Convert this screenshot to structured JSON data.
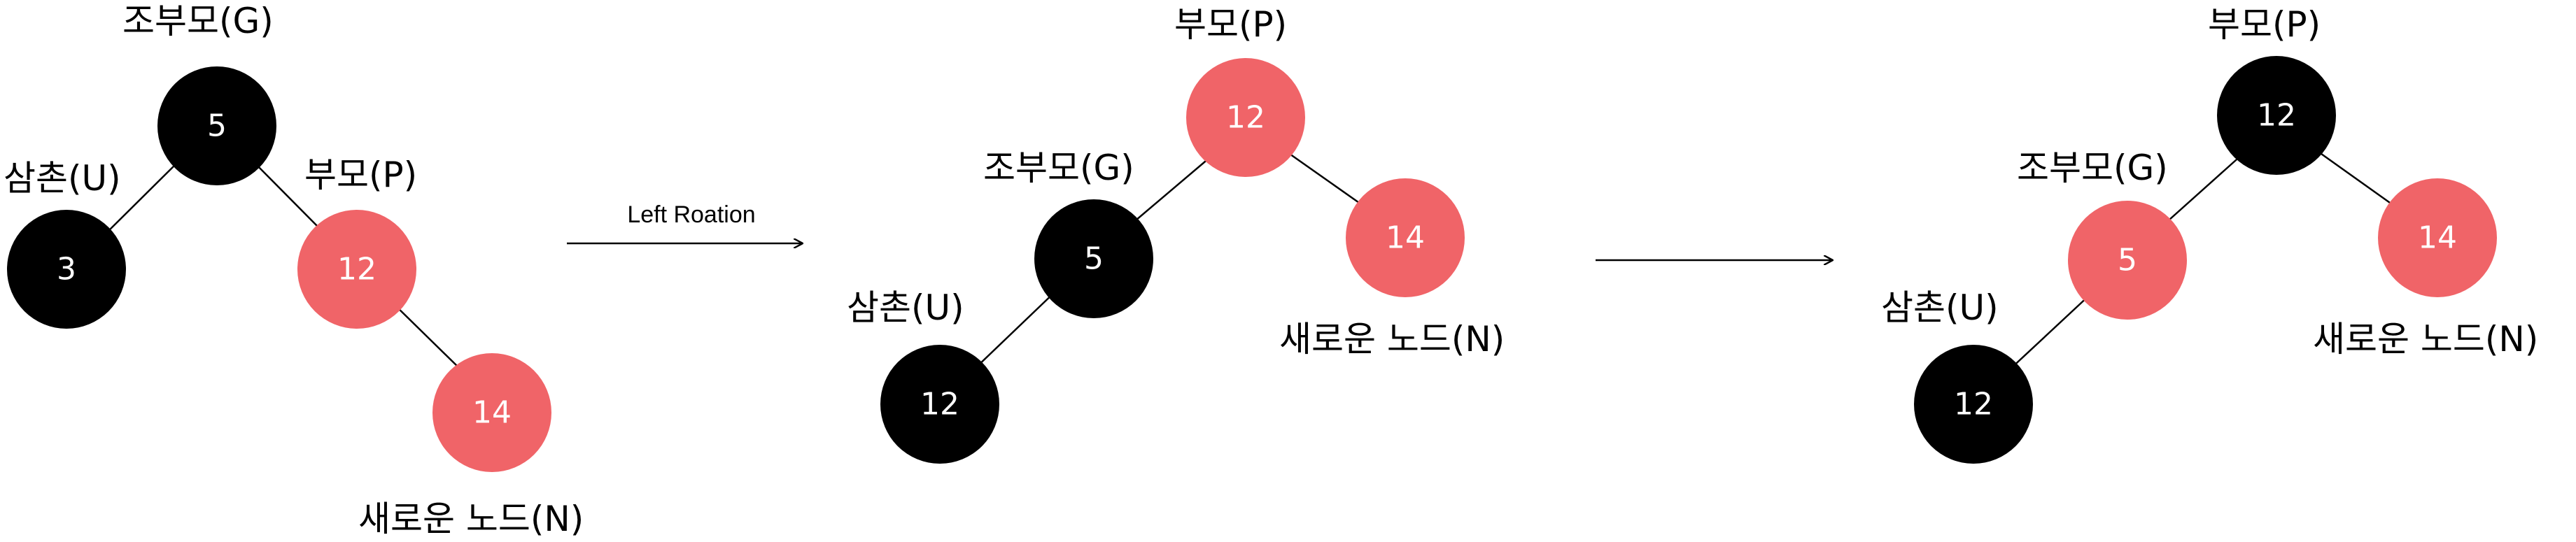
{
  "colors": {
    "black": "#000000",
    "red": "#f06468",
    "white": "#ffffff",
    "line": "#000000"
  },
  "arrow": {
    "left_rotation_label": "Left Roation"
  },
  "stage1": {
    "grandparent": {
      "label": "조부모(G)",
      "value": "5",
      "color": "black"
    },
    "uncle": {
      "label": "삼촌(U)",
      "value": "3",
      "color": "black"
    },
    "parent": {
      "label": "부모(P)",
      "value": "12",
      "color": "red"
    },
    "new_node": {
      "label": "새로운 노드(N)",
      "value": "14",
      "color": "red"
    }
  },
  "stage2": {
    "parent": {
      "label": "부모(P)",
      "value": "12",
      "color": "red"
    },
    "grandparent": {
      "label": "조부모(G)",
      "value": "5",
      "color": "black"
    },
    "new_node": {
      "label": "새로운 노드(N)",
      "value": "14",
      "color": "red"
    },
    "uncle": {
      "label": "삼촌(U)",
      "value": "12",
      "color": "black"
    }
  },
  "stage3": {
    "parent": {
      "label": "부모(P)",
      "value": "12",
      "color": "black"
    },
    "grandparent": {
      "label": "조부모(G)",
      "value": "5",
      "color": "red"
    },
    "new_node": {
      "label": "새로운 노드(N)",
      "value": "14",
      "color": "red"
    },
    "uncle": {
      "label": "삼촌(U)",
      "value": "12",
      "color": "black"
    }
  }
}
